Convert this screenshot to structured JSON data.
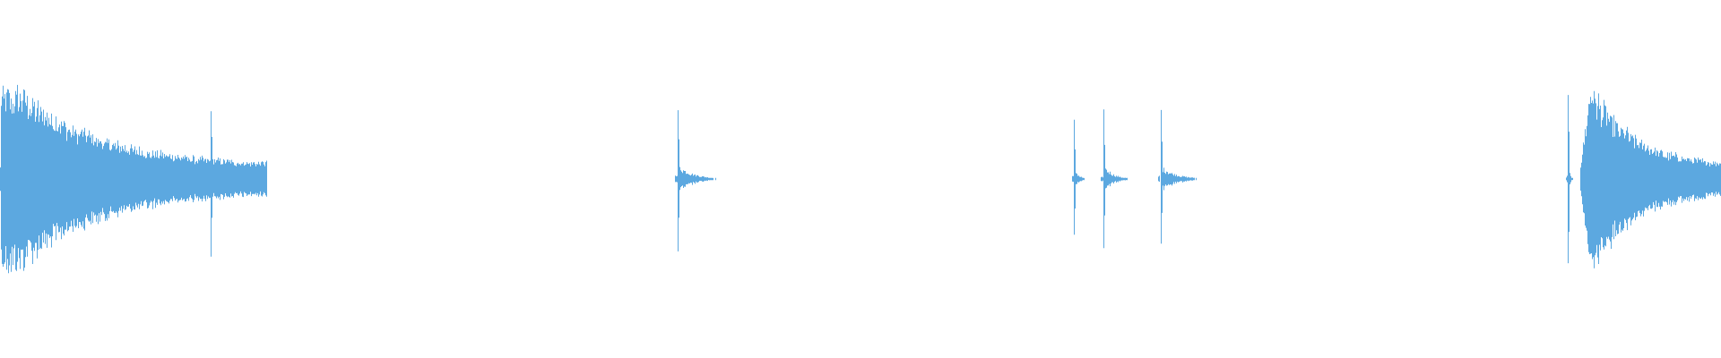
{
  "waveform": {
    "color": "#5ca8e0",
    "background": "#ffffff",
    "duration_fraction_unit": "fraction-of-width",
    "amplitude_unit": "fraction-of-full-scale",
    "events": [
      {
        "kind": "sustain",
        "start": 0.0,
        "end": 0.155,
        "peak": 0.56,
        "attack": 0.0,
        "decay_shape": "exp-tail"
      },
      {
        "kind": "click",
        "at": 0.1225,
        "peak": 0.44,
        "tail": 0.03
      },
      {
        "kind": "click",
        "at": 0.394,
        "peak": 0.44,
        "tail": 0.034
      },
      {
        "kind": "click",
        "at": 0.624,
        "peak": 0.34,
        "tail": 0.01
      },
      {
        "kind": "click",
        "at": 0.641,
        "peak": 0.4,
        "tail": 0.022
      },
      {
        "kind": "click",
        "at": 0.6745,
        "peak": 0.4,
        "tail": 0.034
      },
      {
        "kind": "click",
        "at": 0.911,
        "peak": 0.54,
        "tail": 0.004
      },
      {
        "kind": "sustain",
        "start": 0.9185,
        "end": 1.0,
        "peak": 0.58,
        "attack": 0.006,
        "decay_shape": "exp-tail"
      }
    ],
    "noise_floor": 0.006
  }
}
